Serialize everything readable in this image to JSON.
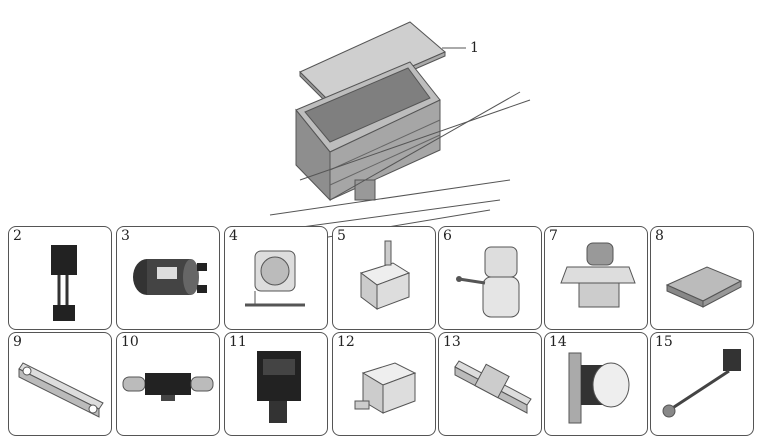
{
  "callout_main": "1",
  "parts": [
    {
      "number": "2"
    },
    {
      "number": "3"
    },
    {
      "number": "4"
    },
    {
      "number": "5"
    },
    {
      "number": "6"
    },
    {
      "number": "7"
    },
    {
      "number": "8"
    },
    {
      "number": "9"
    },
    {
      "number": "10"
    },
    {
      "number": "11"
    },
    {
      "number": "12"
    },
    {
      "number": "13"
    },
    {
      "number": "14"
    },
    {
      "number": "15"
    }
  ],
  "colors": {
    "line": "#555555",
    "shade": "#9a9a9a",
    "dark": "#2a2a2a"
  }
}
